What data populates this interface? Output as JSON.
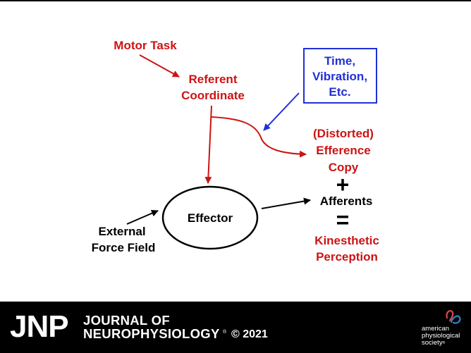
{
  "labels": {
    "motor_task": "Motor Task",
    "referent_line1": "Referent",
    "referent_line2": "Coordinate",
    "time_line1": "Time,",
    "time_line2": "Vibration,",
    "time_line3": "Etc.",
    "distorted_line1": "(Distorted)",
    "distorted_line2": "Efference",
    "distorted_line3": "Copy",
    "plus": "+",
    "afferents": "Afferents",
    "equals": "=",
    "kinesthetic_line1": "Kinesthetic",
    "kinesthetic_line2": "Perception",
    "effector": "Effector",
    "external_line1": "External",
    "external_line2": "Force Field"
  },
  "colors": {
    "red": "#cc1414",
    "blue": "#2130d6",
    "black": "#000000"
  },
  "footer": {
    "jnp": "JNP",
    "journal_line1": "JOURNAL OF",
    "journal_line2": "NEUROPHYSIOLOGY",
    "trademark": "®",
    "copyright": "© 2021",
    "society_line1": "american",
    "society_line2": "physiological",
    "society_line3": "society",
    "society_trademark": "®"
  }
}
